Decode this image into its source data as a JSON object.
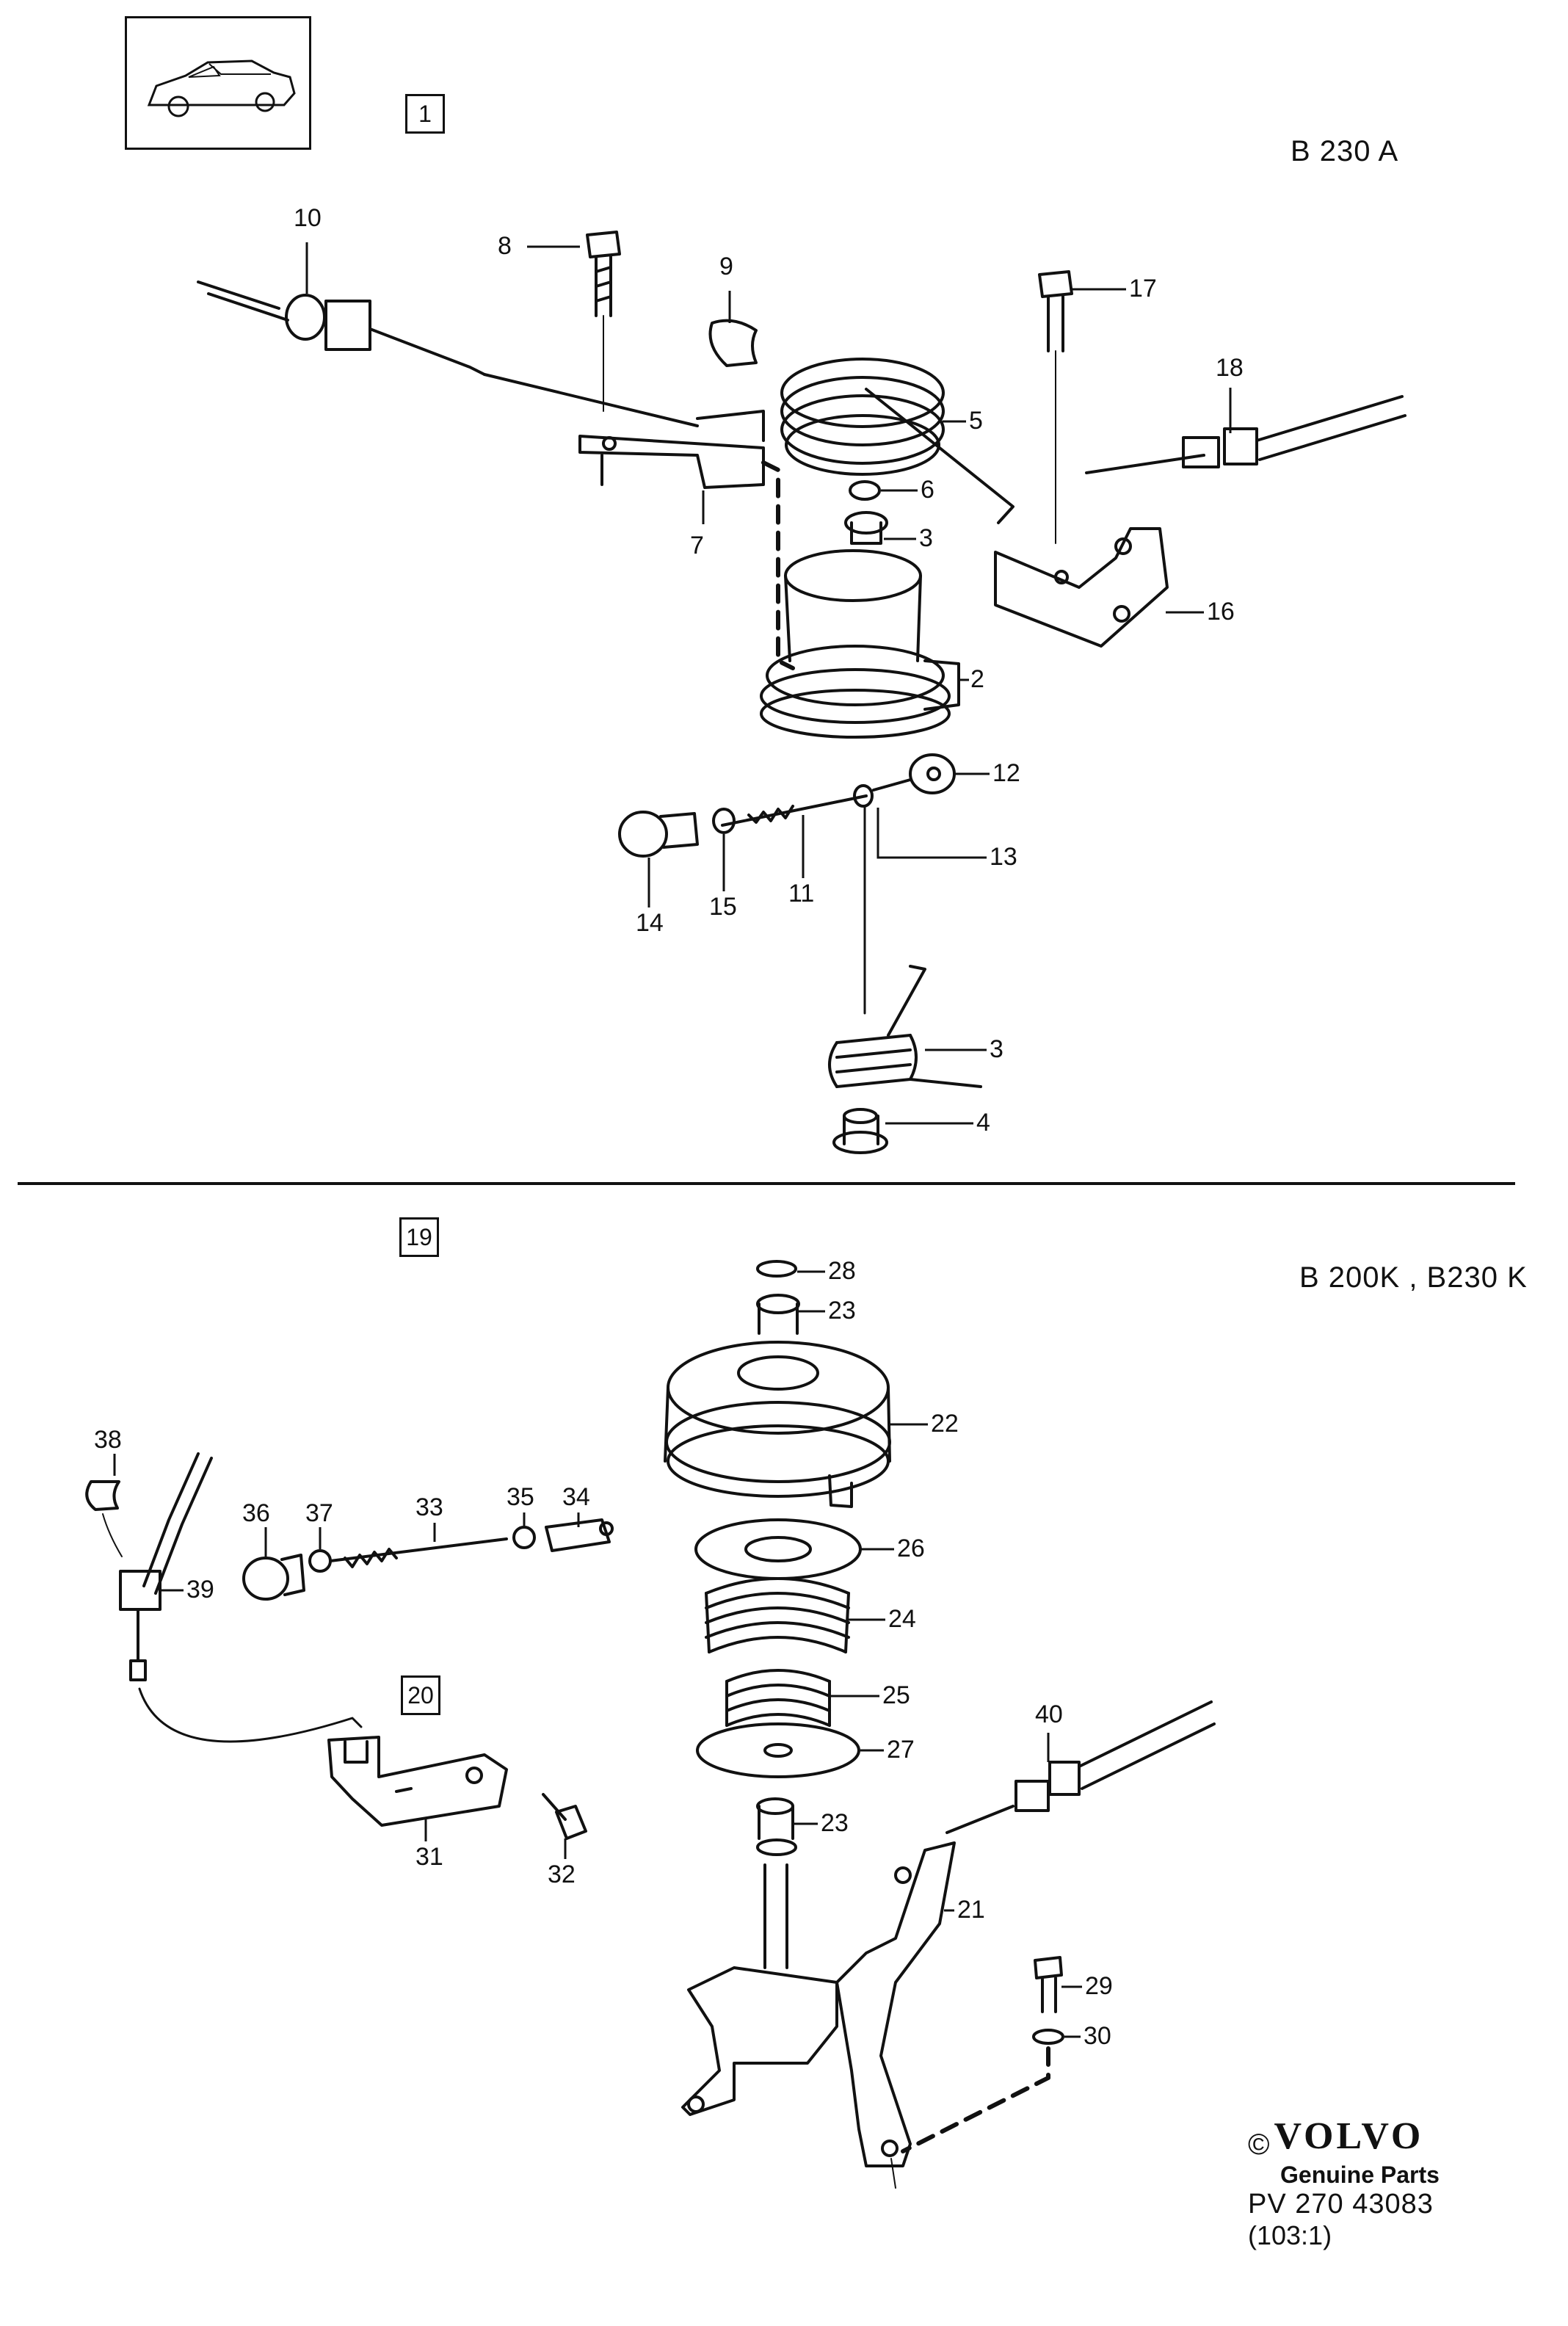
{
  "sections": [
    {
      "box": "1",
      "model": "B 230 A"
    },
    {
      "box": "19",
      "model": "B 200K , B230 K"
    },
    {
      "box": "20"
    }
  ],
  "callouts": {
    "c1": "10",
    "c2": "8",
    "c3": "9",
    "c4": "17",
    "c5": "5",
    "c6": "18",
    "c7": "6",
    "c8": "3",
    "c9": "7",
    "c10": "16",
    "c11": "2",
    "c12": "12",
    "c13": "13",
    "c14": "14",
    "c15": "15",
    "c16": "11",
    "c17": "3",
    "c18": "4",
    "c19": "28",
    "c20": "23",
    "c21": "22",
    "c22": "38",
    "c23": "36",
    "c24": "37",
    "c25": "33",
    "c26": "35",
    "c27": "34",
    "c28": "39",
    "c29": "26",
    "c30": "24",
    "c31": "25",
    "c32": "27",
    "c33": "40",
    "c34": "23",
    "c35": "31",
    "c36": "32",
    "c37": "21",
    "c38": "29",
    "c39": "30"
  },
  "footer": {
    "copyright": "©",
    "brand": "VOLVO",
    "tagline": "Genuine Parts",
    "part_ref": "PV 270 43083",
    "scale": "(103:1)"
  }
}
